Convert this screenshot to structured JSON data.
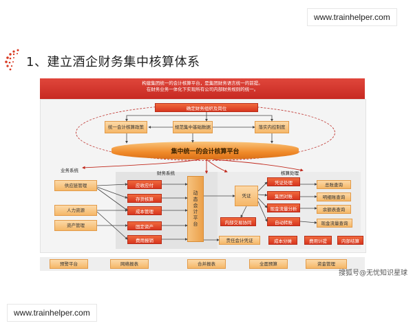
{
  "watermark_top": "www.trainhelper.com",
  "watermark_bottom": "www.trainhelper.com",
  "title": "1、建立酒企财务集中核算体系",
  "banner": {
    "line1": "构建集团统一的会计核算平台，是集团财务语言统一的前提。",
    "line2": "在财务业务一体化下实现所有公司内部财务规则的统一。"
  },
  "top": {
    "header": "确定财务组织及岗位",
    "left": "统一会计核算政策",
    "middle": "规范集中基础数据",
    "right": "落实内控制度",
    "platform": "集中统一的会计核算平台"
  },
  "sections": {
    "business": "业务系统",
    "finance": "财务系统",
    "accounting": "核算处理"
  },
  "business_items": [
    "供应链管理",
    "人力资源",
    "资产管理"
  ],
  "finance_items": [
    "应收应付",
    "存货核算",
    "成本管理",
    "固定资产",
    "费用报销"
  ],
  "dynamic_platform": "动态会计平台",
  "voucher": "凭证",
  "internal_trade": "内部交易协同",
  "responsibility_voucher": "责任会计凭证",
  "processing_items": [
    "凭证处理",
    "集团对账",
    "现金流量分析",
    "自动转账"
  ],
  "query_items": [
    "总账查询",
    "明细账查询",
    "余额表查询",
    "现金流量查询"
  ],
  "processing_bottom": [
    "成本分摊",
    "费用计提",
    "内部结算"
  ],
  "bottom_items": [
    "预警平台",
    "网络报表",
    "合并报表",
    "全面预算",
    "资金管理"
  ],
  "channel": "搜狐号@无忧知识星球",
  "colors": {
    "red": "#d8361f",
    "orange": "#f5b768",
    "banner": "#c72a22"
  }
}
